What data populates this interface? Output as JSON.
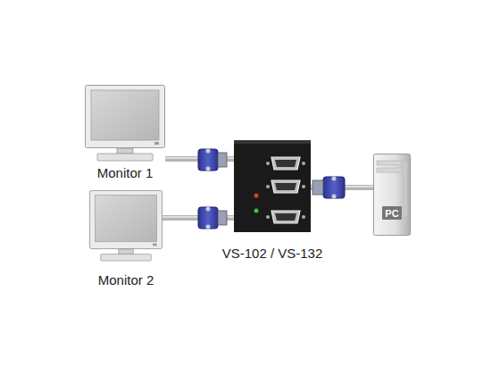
{
  "diagram": {
    "nodes": [
      {
        "text": [
          "Monitor 1"
        ]
      },
      {
        "text": [
          "Monitor 2"
        ]
      },
      {
        "text": [
          "VS-102 / VS-132"
        ]
      },
      {
        "text": [
          "PC"
        ]
      }
    ],
    "edges": [
      {
        "from": 2,
        "to": 0,
        "arrow": "none"
      },
      {
        "from": 2,
        "to": 1,
        "arrow": "none"
      },
      {
        "from": 3,
        "to": 2,
        "arrow": "none"
      }
    ]
  }
}
